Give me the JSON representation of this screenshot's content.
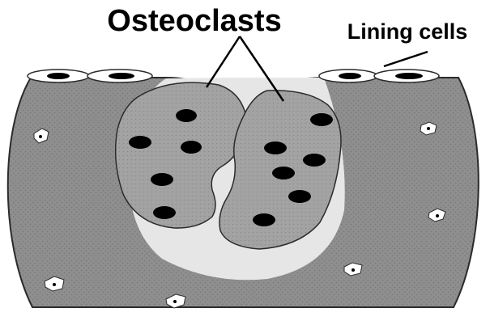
{
  "labels": {
    "osteoclasts": "Osteoclasts",
    "lining_cells": "Lining cells"
  },
  "colors": {
    "bone": "#8f8f8f",
    "bone_texture": "#7a7a7a",
    "resorption_pit": "#e6e6e6",
    "osteoclast_body": "#a3a3a3",
    "nucleus": "#000000",
    "lining_cell": "#ffffff",
    "outline": "#2b2b2b",
    "osteocyte": "#ffffff"
  },
  "icons": {
    "nucleus": "black-ellipse",
    "osteocyte": "white-blob-with-dot"
  }
}
